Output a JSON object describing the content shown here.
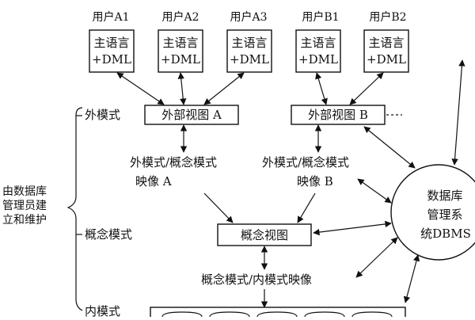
{
  "users": [
    "用户A1",
    "用户A2",
    "用户A3",
    "用户B1",
    "用户B2"
  ],
  "program_box": {
    "line1": "主语言",
    "line2": "+DML"
  },
  "external_schema_label": "外模式",
  "external_views": [
    "外部视图 A",
    "外部视图 B"
  ],
  "ext_conceptual_mapping_a": [
    "外模式/概念模式",
    "映像 A"
  ],
  "ext_conceptual_mapping_b": [
    "外模式/概念模式",
    "映像 B"
  ],
  "conceptual_schema_label": "概念模式",
  "conceptual_view": "概念视图",
  "conceptual_internal_mapping": "概念模式/内模式映像",
  "internal_schema_label": "内模式",
  "dba_label": [
    "由数据库",
    "管理员建",
    "立和维护"
  ],
  "dbms": [
    "数据库",
    "管理系",
    "统DBMS"
  ]
}
